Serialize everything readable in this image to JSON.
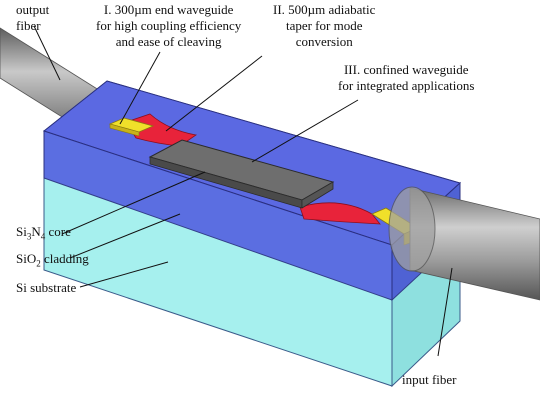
{
  "labels": {
    "output_fiber_1": "output",
    "output_fiber_2": "fiber",
    "end_waveguide_1": "I.   300µm end waveguide",
    "end_waveguide_2": "for high coupling efficiency",
    "end_waveguide_3": "and ease of cleaving",
    "taper_1": "II.  500µm adiabatic",
    "taper_2": "taper for mode",
    "taper_3": "conversion",
    "confined_1": "III.   confined waveguide",
    "confined_2": "for integrated applications",
    "core_main": "Si",
    "core_sub1": "3",
    "core_mid": "N",
    "core_sub2": "4",
    "core_tail": " core",
    "clad_main": "SiO",
    "clad_sub": "2",
    "clad_tail": " cladding",
    "substrate": "Si substrate",
    "input_fiber": "input fiber"
  },
  "colors": {
    "cladding": "#5563e0",
    "substrate": "#a6f0ee",
    "fiber": "#8a8a8a",
    "taper": "#e8233a",
    "end_waveguide": "#f0e02a",
    "core": "#6a6a6a"
  }
}
